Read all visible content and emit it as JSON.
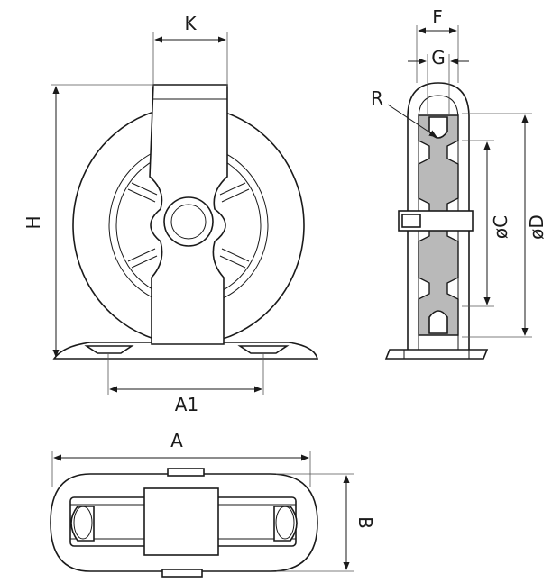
{
  "labels": {
    "k": "K",
    "h": "H",
    "a1": "A1",
    "f": "F",
    "g": "G",
    "r": "R",
    "c": "øC",
    "d": "øD",
    "a": "A",
    "b": "B"
  },
  "colors": {
    "line": "#1a1a1a",
    "section_fill": "#b9b9b9",
    "background": "#ffffff"
  }
}
